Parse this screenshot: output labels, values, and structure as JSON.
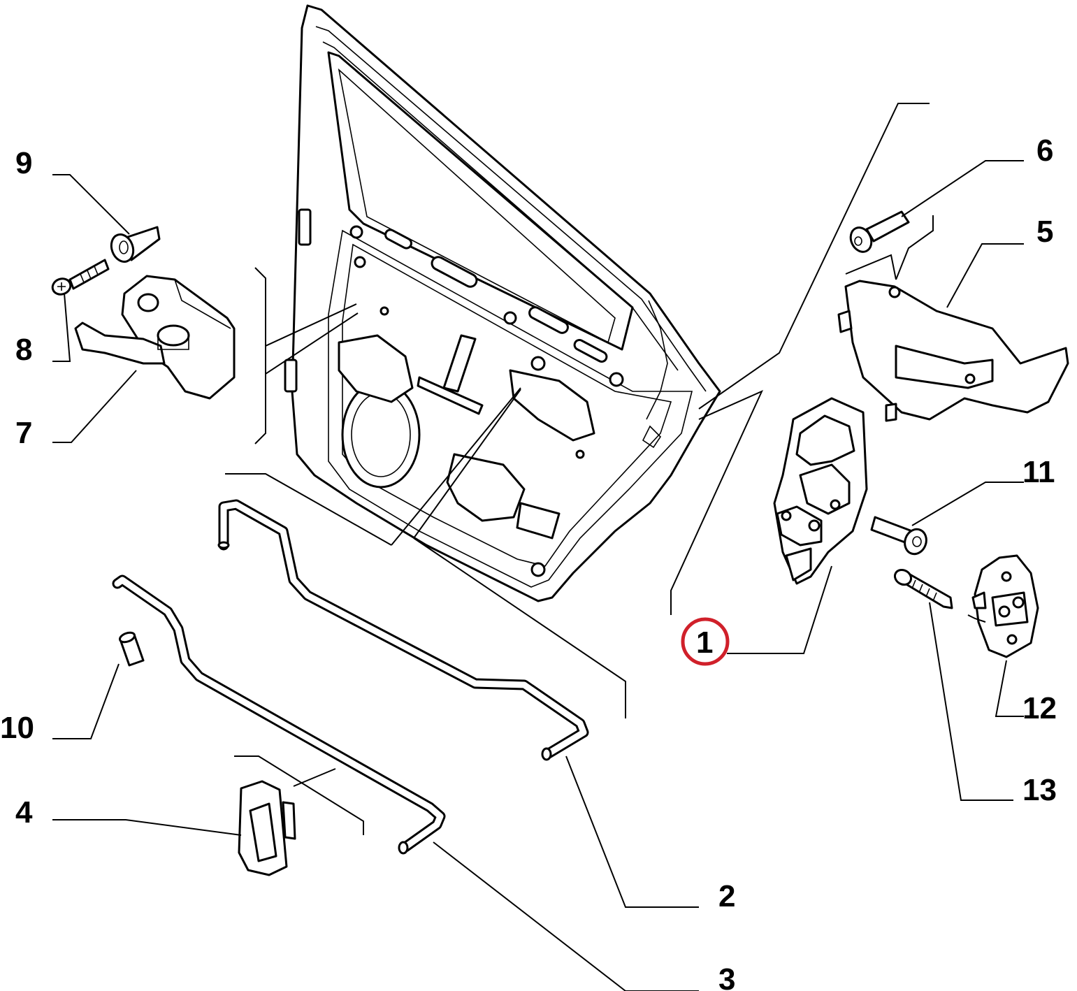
{
  "highlight_color": "#d0202a",
  "highlighted_callout": "1",
  "callouts": {
    "c1": "1",
    "c2": "2",
    "c3": "3",
    "c4": "4",
    "c5": "5",
    "c6": "6",
    "c7": "7",
    "c8": "8",
    "c9": "9",
    "c10": "10",
    "c11": "11",
    "c12": "12",
    "c13": "13"
  }
}
